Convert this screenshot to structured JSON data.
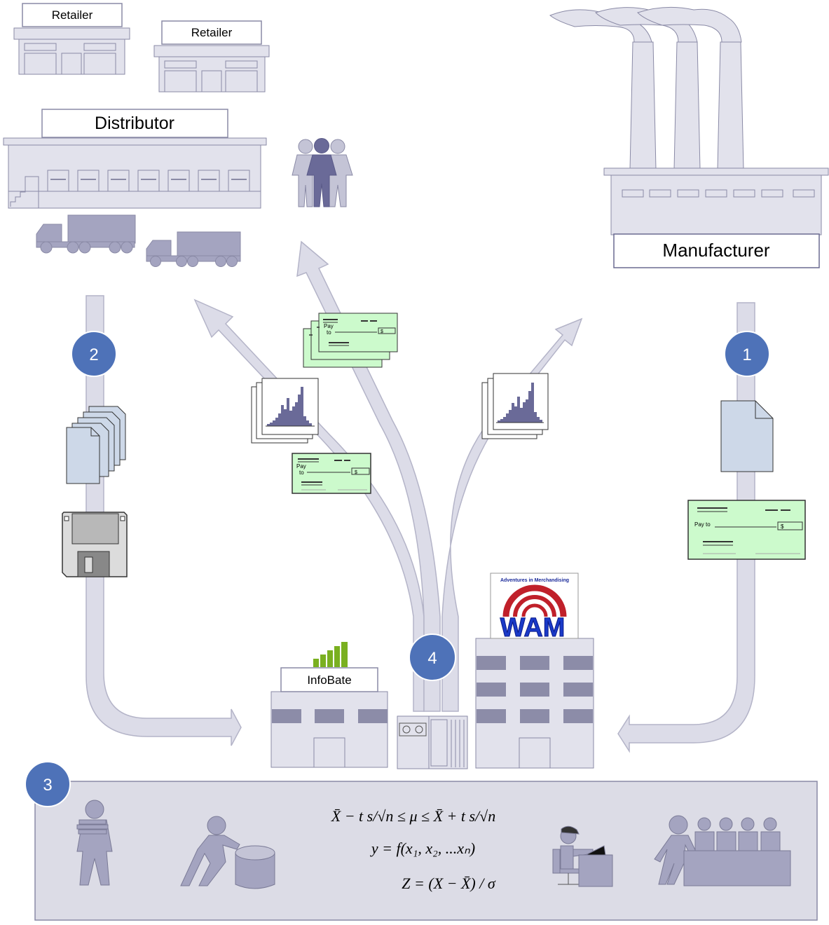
{
  "labels": {
    "retailer_1": "Retailer",
    "retailer_2": "Retailer",
    "distributor": "Distributor",
    "manufacturer": "Manufacturer",
    "infobate": "InfoBate",
    "wam_logo_text": "WAM",
    "wam_logo_arc_text": "Adventures in Merchandising"
  },
  "steps": {
    "step_1": "1",
    "step_2": "2",
    "step_3": "3",
    "step_4": "4"
  },
  "check": {
    "pay_to": "Pay to",
    "pay": "Pay",
    "to": "to",
    "dollar": "$"
  },
  "formulas": {
    "confidence_interval": "X̄ − t s/√n ≤ μ ≤ X̄ + t s/√n",
    "function": "y = f(x₁, x₂, ...xₙ)",
    "z_score": "Z = (X − X̄) / σ"
  },
  "colors": {
    "building_fill": "#e2e2ec",
    "building_stroke": "#8a8aa6",
    "window_fill": "#8c8ca8",
    "arrow_fill": "#dcdce8",
    "arrow_stroke": "#b4b4c8",
    "step_circle": "#4e72b8",
    "check_fill": "#ccfacc",
    "document_fill": "#cdd8e8",
    "panel_fill": "#dcdce6",
    "person_fill": "#a4a4c0",
    "chart_bar": "#6a6a98"
  }
}
